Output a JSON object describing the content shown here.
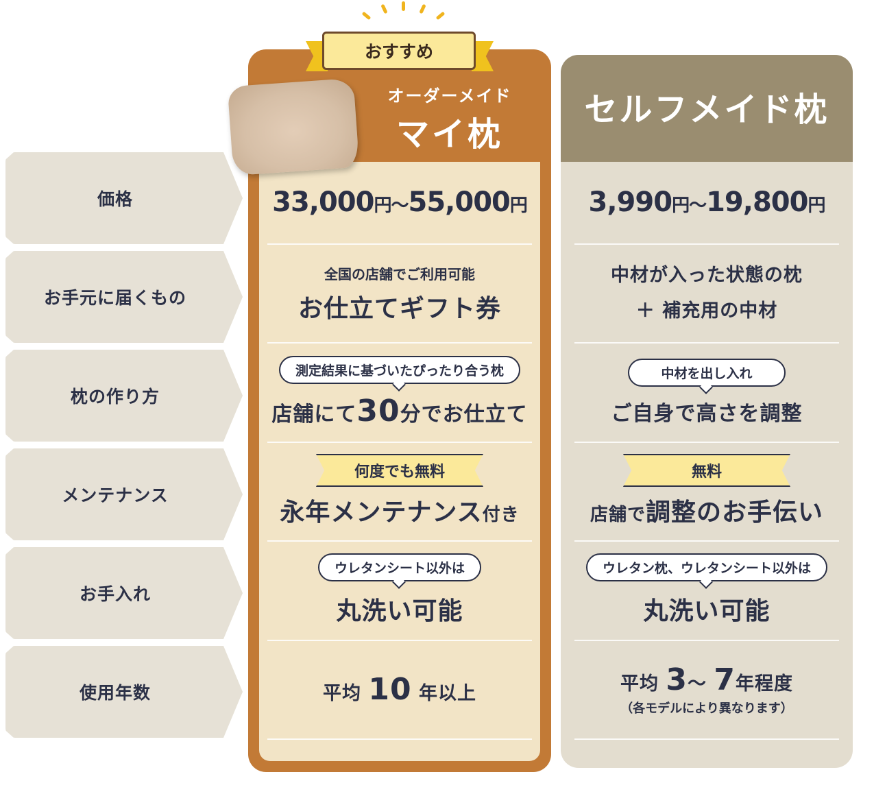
{
  "badge": "おすすめ",
  "columns": {
    "order": {
      "subtitle": "オーダーメイド",
      "title": "マイ枕"
    },
    "self": {
      "title": "セルフメイド枕"
    }
  },
  "rows": [
    {
      "label": "価格"
    },
    {
      "label": "お手元に届くもの"
    },
    {
      "label": "枕の作り方"
    },
    {
      "label": "メンテナンス"
    },
    {
      "label": "お手入れ"
    },
    {
      "label": "使用年数"
    }
  ],
  "order": {
    "price_from": "33,000",
    "price_to": "55,000",
    "yen": "円",
    "tilde": "～",
    "delivered_note": "全国の店舗でご利用可能",
    "delivered": "お仕立てギフト券",
    "making_bubble": "測定結果に基づいたぴったり合う枕",
    "making_pre": "店舗にて",
    "making_num": "30",
    "making_post": "分でお仕立て",
    "maint_tag": "何度でも無料",
    "maint_main": "永年メンテナンス",
    "maint_suffix": "付き",
    "care_bubble": "ウレタンシート以外は",
    "care_main": "丸洗い可能",
    "years_pre": "平均",
    "years_num": "10",
    "years_post": "年以上"
  },
  "self": {
    "price_from": "3,990",
    "price_to": "19,800",
    "yen": "円",
    "tilde": "～",
    "delivered_line1": "中材が入った状態の枕",
    "delivered_line2": "＋ 補充用の中材",
    "making_bubble": "中材を出し入れ",
    "making_main": "ご自身で高さを調整",
    "maint_tag": "無料",
    "maint_pre": "店舗で",
    "maint_main": "調整のお手伝い",
    "care_bubble": "ウレタン枕、ウレタンシート以外は",
    "care_main": "丸洗い可能",
    "years_pre": "平均",
    "years_num_a": "3",
    "years_tilde": "～",
    "years_num_b": "7",
    "years_post": "年程度",
    "years_note": "（各モデルにより異なります）"
  },
  "colors": {
    "order": "#c27a36",
    "self_head": "#9a8d70",
    "label_bg": "#e6e1d6",
    "accent_yellow": "#fbe99a"
  }
}
